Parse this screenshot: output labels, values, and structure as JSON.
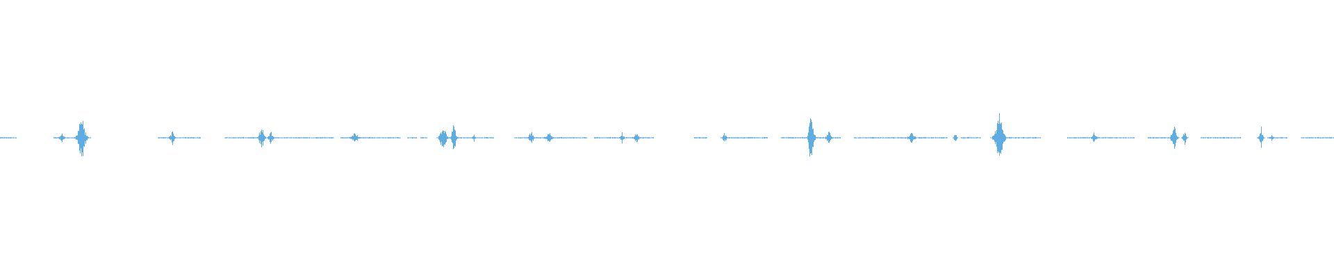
{
  "waveform": {
    "color": "#5dade2",
    "baseline_amplitude": 0.004,
    "segments": [
      {
        "start": 0.0,
        "end": 0.012
      },
      {
        "start": 0.04,
        "end": 0.068
      },
      {
        "start": 0.118,
        "end": 0.15
      },
      {
        "start": 0.168,
        "end": 0.25
      },
      {
        "start": 0.255,
        "end": 0.3
      },
      {
        "start": 0.305,
        "end": 0.312
      },
      {
        "start": 0.315,
        "end": 0.32
      },
      {
        "start": 0.33,
        "end": 0.37
      },
      {
        "start": 0.385,
        "end": 0.44
      },
      {
        "start": 0.445,
        "end": 0.49
      },
      {
        "start": 0.52,
        "end": 0.53
      },
      {
        "start": 0.54,
        "end": 0.575
      },
      {
        "start": 0.585,
        "end": 0.63
      },
      {
        "start": 0.64,
        "end": 0.71
      },
      {
        "start": 0.72,
        "end": 0.735
      },
      {
        "start": 0.745,
        "end": 0.78
      },
      {
        "start": 0.8,
        "end": 0.85
      },
      {
        "start": 0.86,
        "end": 0.88
      },
      {
        "start": 0.9,
        "end": 0.93
      },
      {
        "start": 0.95,
        "end": 0.965
      },
      {
        "start": 0.975,
        "end": 1.0
      }
    ],
    "bursts": [
      {
        "pos": 0.046,
        "amp": 0.04,
        "width": 0.004
      },
      {
        "pos": 0.061,
        "amp": 0.19,
        "width": 0.006
      },
      {
        "pos": 0.129,
        "amp": 0.05,
        "width": 0.004
      },
      {
        "pos": 0.196,
        "amp": 0.11,
        "width": 0.004
      },
      {
        "pos": 0.203,
        "amp": 0.05,
        "width": 0.004
      },
      {
        "pos": 0.266,
        "amp": 0.04,
        "width": 0.006
      },
      {
        "pos": 0.332,
        "amp": 0.12,
        "width": 0.005
      },
      {
        "pos": 0.34,
        "amp": 0.16,
        "width": 0.003
      },
      {
        "pos": 0.355,
        "amp": 0.03,
        "width": 0.003
      },
      {
        "pos": 0.398,
        "amp": 0.05,
        "width": 0.004
      },
      {
        "pos": 0.411,
        "amp": 0.05,
        "width": 0.005
      },
      {
        "pos": 0.466,
        "amp": 0.05,
        "width": 0.003
      },
      {
        "pos": 0.477,
        "amp": 0.04,
        "width": 0.004
      },
      {
        "pos": 0.543,
        "amp": 0.04,
        "width": 0.003
      },
      {
        "pos": 0.608,
        "amp": 0.24,
        "width": 0.004
      },
      {
        "pos": 0.621,
        "amp": 0.05,
        "width": 0.004
      },
      {
        "pos": 0.683,
        "amp": 0.05,
        "width": 0.005
      },
      {
        "pos": 0.716,
        "amp": 0.06,
        "width": 0.002
      },
      {
        "pos": 0.749,
        "amp": 0.18,
        "width": 0.007
      },
      {
        "pos": 0.82,
        "amp": 0.04,
        "width": 0.004
      },
      {
        "pos": 0.88,
        "amp": 0.11,
        "width": 0.004
      },
      {
        "pos": 0.888,
        "amp": 0.06,
        "width": 0.003
      },
      {
        "pos": 0.945,
        "amp": 0.1,
        "width": 0.003
      },
      {
        "pos": 0.953,
        "amp": 0.03,
        "width": 0.003
      }
    ]
  }
}
